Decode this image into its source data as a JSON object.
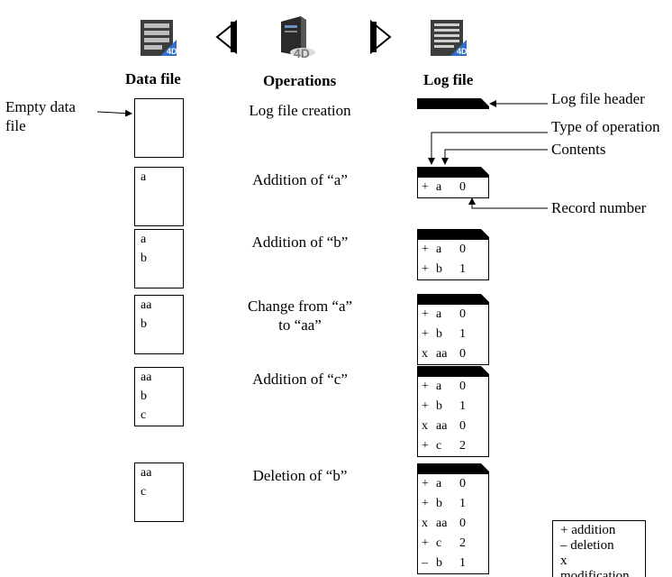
{
  "headers": {
    "data_file": "Data file",
    "operations": "Operations",
    "log_file": "Log file"
  },
  "callouts": {
    "empty_data_file": "Empty data\nfile",
    "log_file_header": "Log file header",
    "type_of_operation": "Type of operation",
    "contents": "Contents",
    "record_number": "Record number"
  },
  "steps": [
    {
      "operation": "Log file creation",
      "data_lines": [],
      "log_entries": []
    },
    {
      "operation": "Addition of “a”",
      "data_lines": [
        "a"
      ],
      "log_entries": [
        {
          "op": "+",
          "content": "a",
          "record": "0"
        }
      ]
    },
    {
      "operation": "Addition of “b”",
      "data_lines": [
        "a",
        "b"
      ],
      "log_entries": [
        {
          "op": "+",
          "content": "a",
          "record": "0"
        },
        {
          "op": "+",
          "content": "b",
          "record": "1"
        }
      ]
    },
    {
      "operation": "Change from “a”\nto “aa”",
      "data_lines": [
        "aa",
        "b"
      ],
      "log_entries": [
        {
          "op": "+",
          "content": "a",
          "record": "0"
        },
        {
          "op": "+",
          "content": "b",
          "record": "1"
        },
        {
          "op": "x",
          "content": "aa",
          "record": "0"
        }
      ]
    },
    {
      "operation": "Addition of “c”",
      "data_lines": [
        "aa",
        "b",
        "c"
      ],
      "log_entries": [
        {
          "op": "+",
          "content": "a",
          "record": "0"
        },
        {
          "op": "+",
          "content": "b",
          "record": "1"
        },
        {
          "op": "x",
          "content": "aa",
          "record": "0"
        },
        {
          "op": "+",
          "content": "c",
          "record": "2"
        }
      ]
    },
    {
      "operation": "Deletion of “b”",
      "data_lines": [
        "aa",
        "c"
      ],
      "log_entries": [
        {
          "op": "+",
          "content": "a",
          "record": "0"
        },
        {
          "op": "+",
          "content": "b",
          "record": "1"
        },
        {
          "op": "x",
          "content": "aa",
          "record": "0"
        },
        {
          "op": "+",
          "content": "c",
          "record": "2"
        },
        {
          "op": "–",
          "content": "b",
          "record": "1"
        }
      ]
    }
  ],
  "legend": [
    "+ addition",
    "– deletion",
    "x modification"
  ],
  "icons": {
    "data_file_icon": "4d-database-icon",
    "prev_arrow": "triangle-left-arrow-icon",
    "server_icon": "4d-server-icon",
    "next_arrow": "triangle-right-arrow-icon",
    "log_file_icon": "4d-log-file-icon"
  }
}
